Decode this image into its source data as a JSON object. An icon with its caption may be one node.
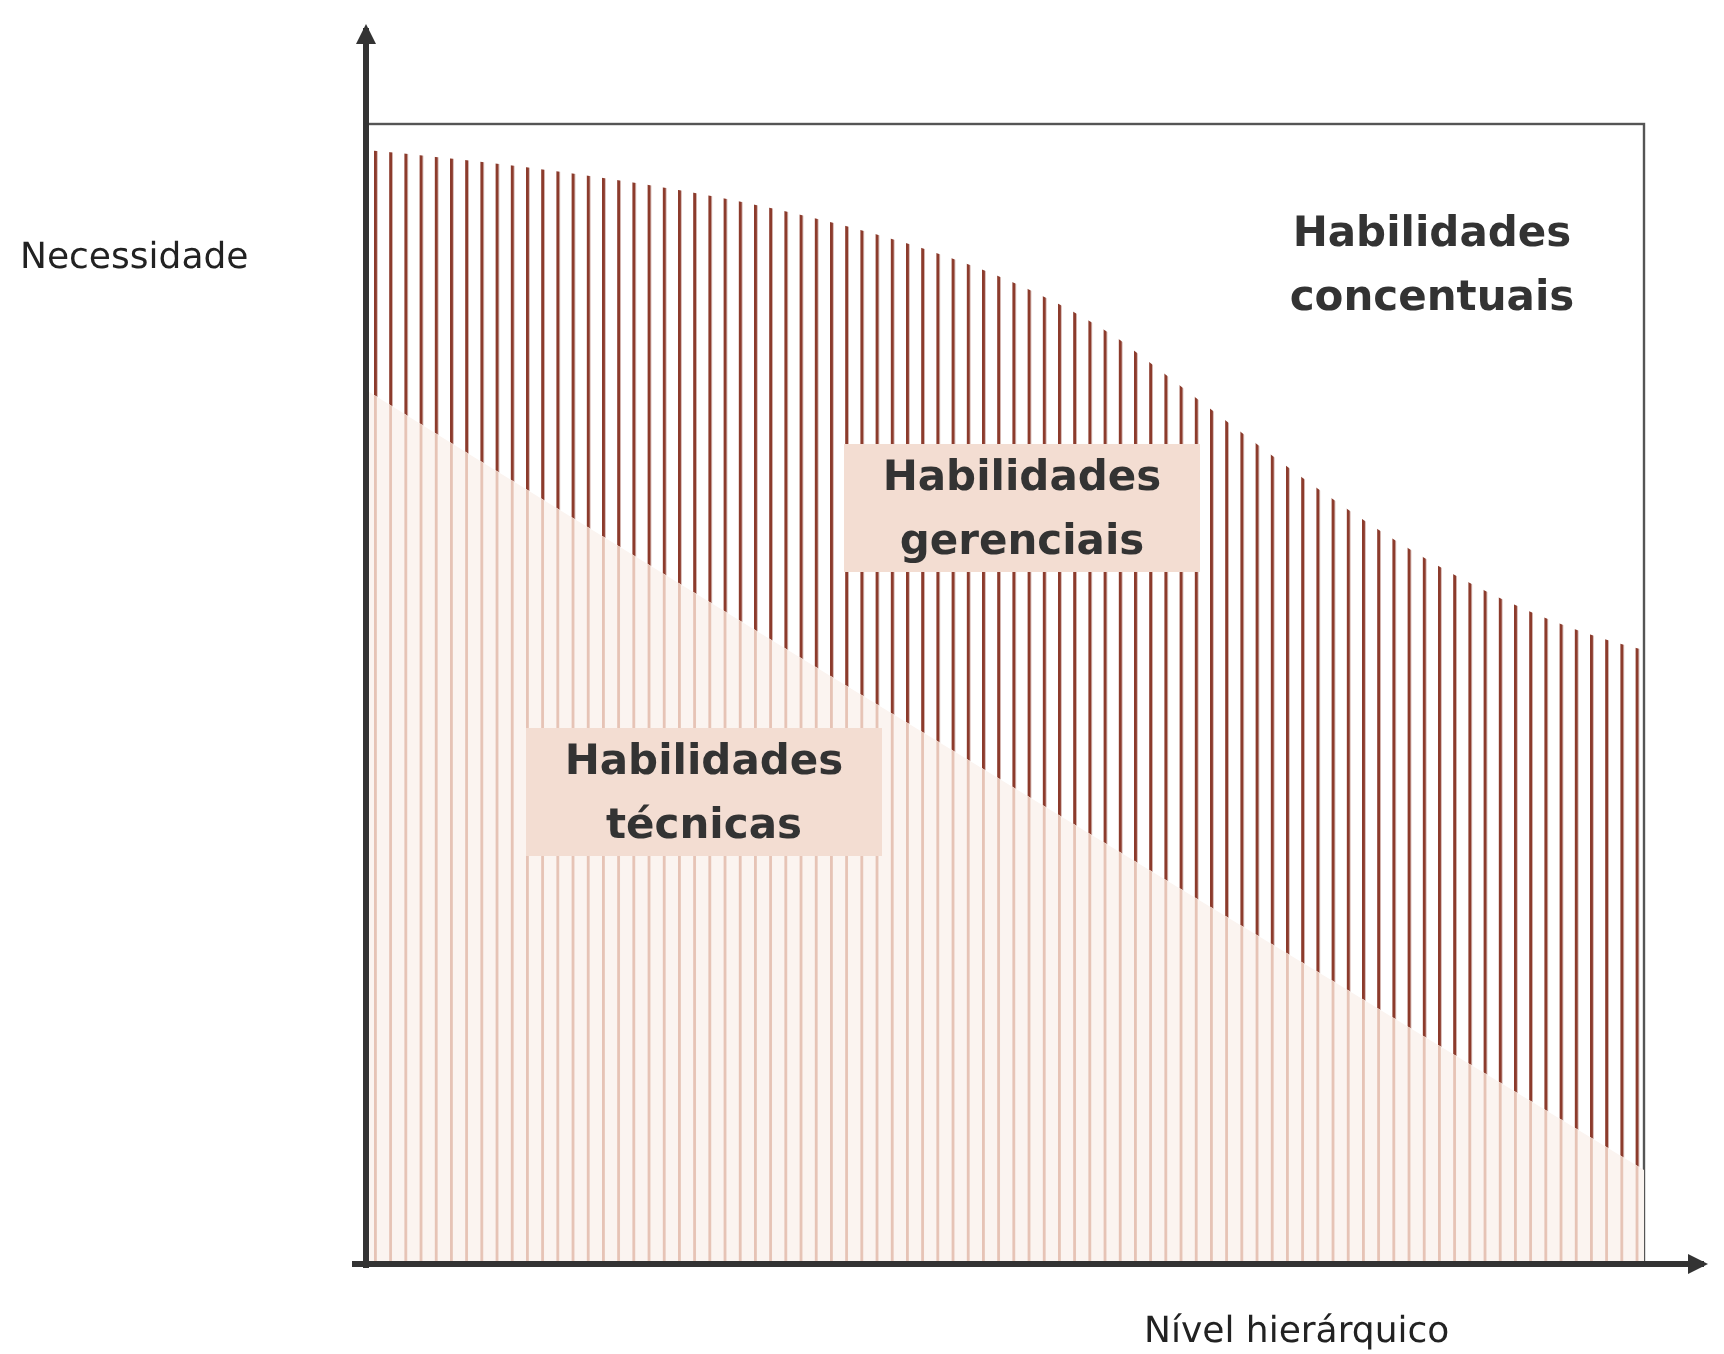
{
  "diagram": {
    "labels": [
      "Necessidade",
      "Habilidades concentuais",
      "Habilidades gerenciais",
      "Habilidades técnicas",
      "Nível hierárquico"
    ]
  }
}
